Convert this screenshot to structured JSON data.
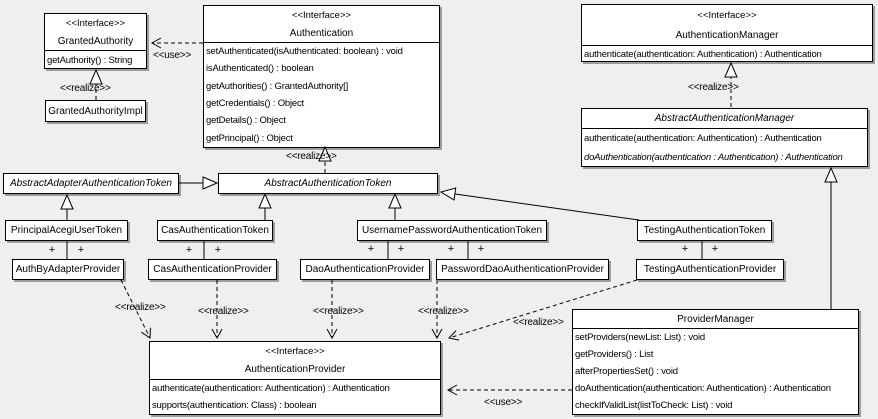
{
  "stereotypes": {
    "interface": "<<Interface>>",
    "realize": "<<realize>>",
    "use": "<<use>>",
    "plus": "+"
  },
  "classes": {
    "granted_authority": {
      "stereotype": "<<Interface>>",
      "name": "GrantedAuthority",
      "methods": [
        "getAuthority() : String"
      ]
    },
    "granted_authority_impl": {
      "name": "GrantedAuthorityImpl"
    },
    "authentication": {
      "stereotype": "<<Interface>>",
      "name": "Authentication",
      "methods": [
        "setAuthenticated(isAuthenticated: boolean) : void",
        "isAuthenticated() : boolean",
        "getAuthorities() : GrantedAuthority[]",
        "getCredentials() : Object",
        "getDetails() : Object",
        "getPrincipal() : Object"
      ]
    },
    "authentication_manager": {
      "stereotype": "<<Interface>>",
      "name": "AuthenticationManager",
      "methods": [
        "authenticate(authentication: Authentication) : Authentication"
      ]
    },
    "abstract_authentication_manager": {
      "name": "AbstractAuthenticationManager",
      "methods": [
        "authenticate(authentication: Authentication) : Authentication",
        "doAuthentication(authentication : Authentication) : Authentication"
      ]
    },
    "abstract_adapter_authentication_token": {
      "name": "AbstractAdapterAuthenticationToken"
    },
    "abstract_authentication_token": {
      "name": "AbstractAuthenticationToken"
    },
    "principal_acegi_user_token": {
      "name": "PrincipalAcegiUserToken"
    },
    "cas_authentication_token": {
      "name": "CasAuthenticationToken"
    },
    "username_password_authentication_token": {
      "name": "UsernamePasswordAuthenticationToken"
    },
    "testing_authentication_token": {
      "name": "TestingAuthenticationToken"
    },
    "auth_by_adapter_provider": {
      "name": "AuthByAdapterProvider"
    },
    "cas_authentication_provider": {
      "name": "CasAuthenticationProvider"
    },
    "dao_authentication_provider": {
      "name": "DaoAuthenticationProvider"
    },
    "password_dao_authentication_provider": {
      "name": "PasswordDaoAuthenticationProvider"
    },
    "testing_authentication_provider": {
      "name": "TestingAuthenticationProvider"
    },
    "authentication_provider": {
      "stereotype": "<<Interface>>",
      "name": "AuthenticationProvider",
      "methods": [
        "authenticate(authentication: Authentication) : Authentication",
        "supports(authentication: Class) : boolean"
      ]
    },
    "provider_manager": {
      "name": "ProviderManager",
      "methods": [
        "setProviders(newList: List) : void",
        "getProviders() : List",
        "afterPropertiesSet() : void",
        "doAuthentication(authentication: Authentication) : Authentication",
        "checkIfValidList(listToCheck: List) : void"
      ]
    }
  }
}
